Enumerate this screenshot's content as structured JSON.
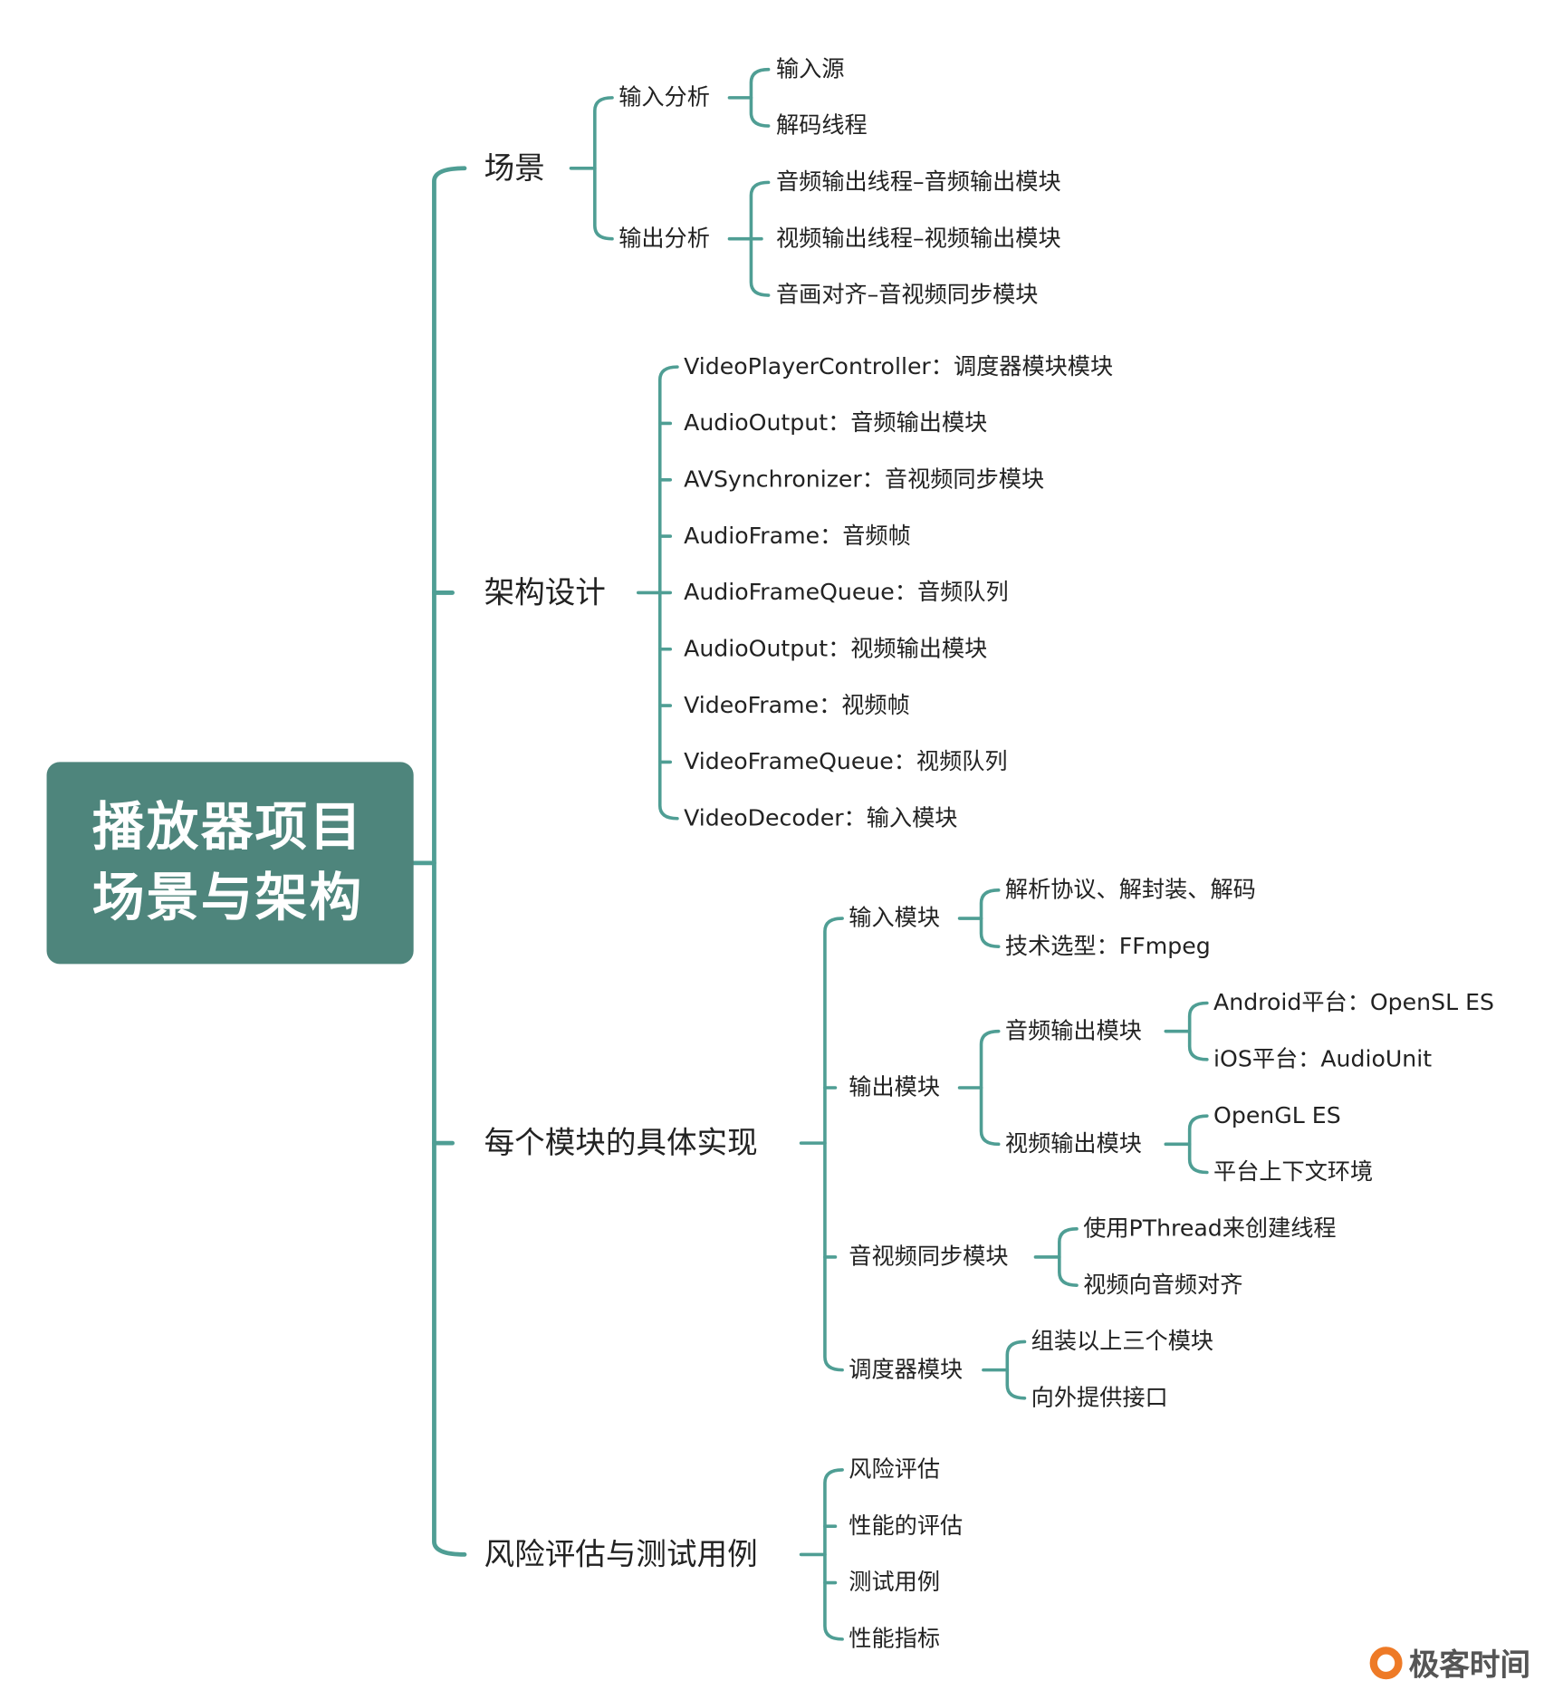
{
  "root": {
    "line1": "播放器项目",
    "line2": "场景与架构"
  },
  "scene": {
    "label": "场景",
    "input_analysis": {
      "label": "输入分析",
      "items": [
        "输入源",
        "解码线程"
      ]
    },
    "output_analysis": {
      "label": "输出分析",
      "items": [
        "音频输出线程–音频输出模块",
        "视频输出线程–视频输出模块",
        "音画对齐–音视频同步模块"
      ]
    }
  },
  "architecture": {
    "label": "架构设计",
    "items": [
      "VideoPlayerController：调度器模块模块",
      "AudioOutput：音频输出模块",
      "AVSynchronizer：音视频同步模块",
      "AudioFrame：音频帧",
      "AudioFrameQueue：音频队列",
      "AudioOutput：视频输出模块",
      "VideoFrame：视频帧",
      "VideoFrameQueue：视频队列",
      "VideoDecoder：输入模块"
    ]
  },
  "modules": {
    "label": "每个模块的具体实现",
    "input": {
      "label": "输入模块",
      "items": [
        "解析协议、解封装、解码",
        "技术选型：FFmpeg"
      ]
    },
    "output": {
      "label": "输出模块",
      "audio": {
        "label": "音频输出模块",
        "items": [
          "Android平台：OpenSL ES",
          "iOS平台：AudioUnit"
        ]
      },
      "video": {
        "label": "视频输出模块",
        "items": [
          "OpenGL ES",
          "平台上下文环境"
        ]
      }
    },
    "sync": {
      "label": "音视频同步模块",
      "items": [
        "使用PThread来创建线程",
        "视频向音频对齐"
      ]
    },
    "scheduler": {
      "label": "调度器模块",
      "items": [
        "组装以上三个模块",
        "向外提供接口"
      ]
    }
  },
  "risk": {
    "label": "风险评估与测试用例",
    "items": [
      "风险评估",
      "性能的评估",
      "测试用例",
      "性能指标"
    ]
  },
  "brand": {
    "name": "极客时间"
  },
  "colors": {
    "root_fill": "#4e857c",
    "line": "#4f9e94",
    "logo": "#ee7a26"
  }
}
